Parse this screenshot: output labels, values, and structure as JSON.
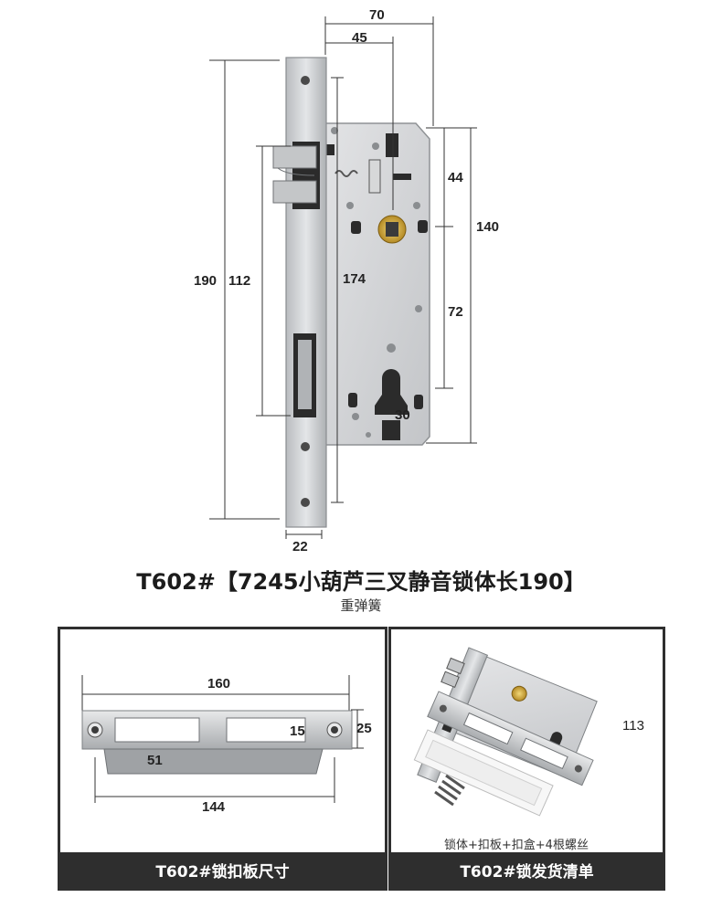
{
  "product": {
    "title": "T602#【7245小葫芦三叉静音锁体长190】",
    "subtitle": "重弹簧"
  },
  "lock_dimensions": {
    "width_total": "70",
    "backset": "45",
    "faceplate_length": "190",
    "latch_to_deadbolt": "112",
    "case_length": "174",
    "knob_from_top": "44",
    "case_height": "140",
    "knob_to_cylinder": "72",
    "cylinder": "30",
    "faceplate_width": "22"
  },
  "strike_plate": {
    "length": "160",
    "hole_spacing": "144",
    "width": "25",
    "slot_height": "15",
    "slot_width": "51",
    "footer": "T602#锁扣板尺寸"
  },
  "package": {
    "lock_label": "113",
    "contents": "锁体+扣板+扣盒+4根螺丝",
    "footer": "T602#锁发货清单"
  },
  "colors": {
    "steel": "#c7c9cb",
    "footer_bg": "#2e2e2e",
    "brass": "#c9a23a"
  }
}
